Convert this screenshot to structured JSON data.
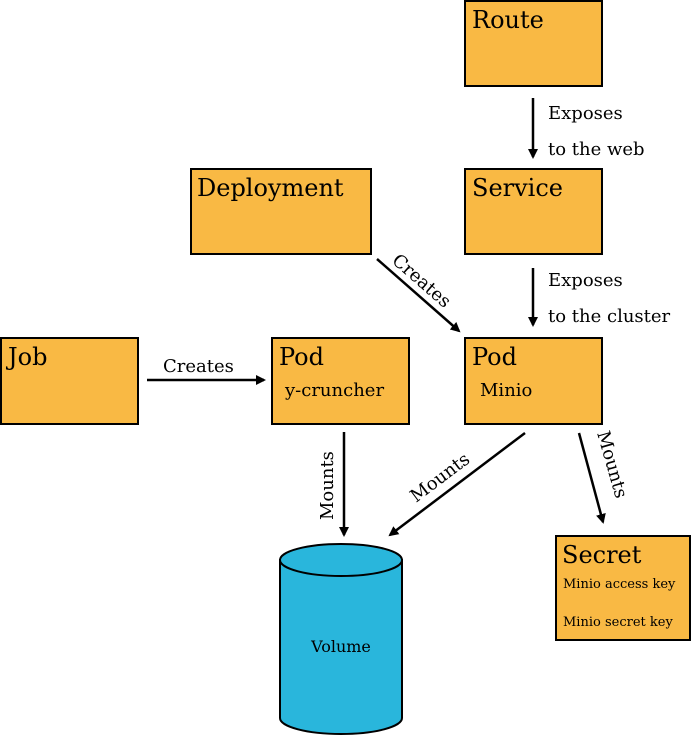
{
  "colors": {
    "box_fill": "#f9b944",
    "volume_fill": "#29b6dc",
    "stroke": "#000000"
  },
  "nodes": {
    "route": {
      "title": "Route"
    },
    "service": {
      "title": "Service"
    },
    "deployment": {
      "title": "Deployment"
    },
    "job": {
      "title": "Job"
    },
    "pod_cruncher": {
      "title": "Pod",
      "subtitle": "y-cruncher"
    },
    "pod_minio": {
      "title": "Pod",
      "subtitle": "Minio"
    },
    "secret": {
      "title": "Secret",
      "line1": "Minio access key",
      "line2": "Minio secret key"
    },
    "volume": {
      "title": "Volume"
    }
  },
  "edges": {
    "route_service": {
      "line1": "Exposes",
      "line2": "to the web"
    },
    "service_pod": {
      "line1": "Exposes",
      "line2": "to the cluster"
    },
    "deployment_pod": {
      "label": "Creates"
    },
    "job_pod": {
      "label": "Creates"
    },
    "cruncher_volume": {
      "label": "Mounts"
    },
    "minio_volume": {
      "label": "Mounts"
    },
    "minio_secret": {
      "label": "Mounts"
    }
  }
}
